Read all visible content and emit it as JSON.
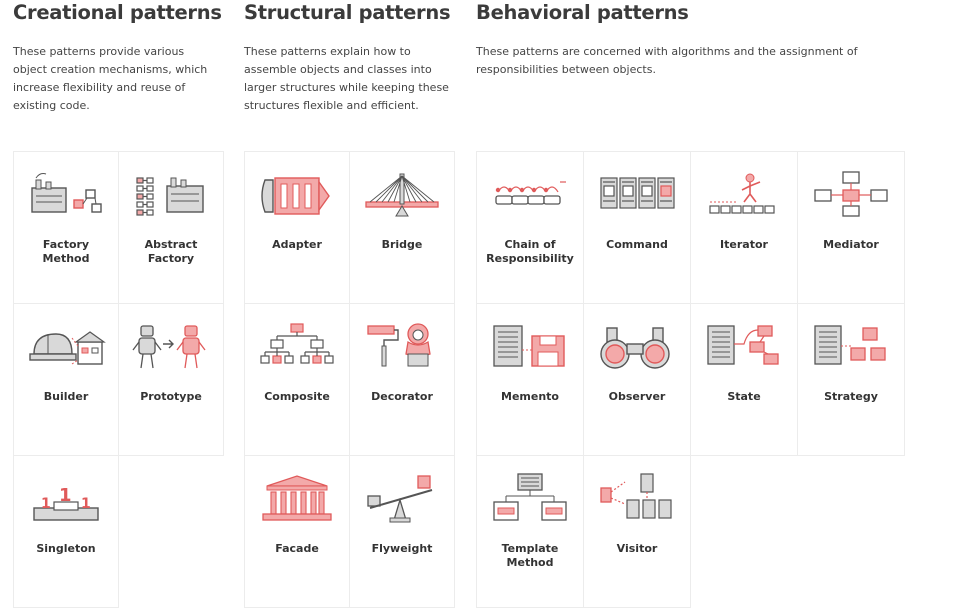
{
  "columns": [
    {
      "title": "Creational patterns",
      "desc": "These patterns provide various object creation mechanisms, which increase flexibility and reuse of existing code.",
      "patterns": [
        {
          "label": "Factory Method",
          "icon": "factory-method-icon"
        },
        {
          "label": "Abstract Factory",
          "icon": "abstract-factory-icon"
        },
        {
          "label": "Builder",
          "icon": "builder-icon"
        },
        {
          "label": "Prototype",
          "icon": "prototype-icon"
        },
        {
          "label": "Singleton",
          "icon": "singleton-icon"
        }
      ]
    },
    {
      "title": "Structural patterns",
      "desc": "These patterns explain how to assemble objects and classes into larger structures while keeping these structures flexible and efficient.",
      "patterns": [
        {
          "label": "Adapter",
          "icon": "adapter-icon"
        },
        {
          "label": "Bridge",
          "icon": "bridge-icon"
        },
        {
          "label": "Composite",
          "icon": "composite-icon"
        },
        {
          "label": "Decorator",
          "icon": "decorator-icon"
        },
        {
          "label": "Facade",
          "icon": "facade-icon"
        },
        {
          "label": "Flyweight",
          "icon": "flyweight-icon"
        }
      ]
    },
    {
      "title": "Behavioral patterns",
      "desc": "These patterns are concerned with algorithms and the assignment of responsibilities between objects.",
      "patterns": [
        {
          "label": "Chain of Responsibility",
          "icon": "chain-of-responsibility-icon"
        },
        {
          "label": "Command",
          "icon": "command-icon"
        },
        {
          "label": "Iterator",
          "icon": "iterator-icon"
        },
        {
          "label": "Mediator",
          "icon": "mediator-icon"
        },
        {
          "label": "Memento",
          "icon": "memento-icon"
        },
        {
          "label": "Observer",
          "icon": "observer-icon"
        },
        {
          "label": "State",
          "icon": "state-icon"
        },
        {
          "label": "Strategy",
          "icon": "strategy-icon"
        },
        {
          "label": "Template Method",
          "icon": "template-method-icon"
        },
        {
          "label": "Visitor",
          "icon": "visitor-icon"
        }
      ]
    }
  ],
  "colors": {
    "accent": "#e05a5a",
    "accent_fill": "#f3a9a9",
    "line": "#555555",
    "border": "#ececec"
  }
}
